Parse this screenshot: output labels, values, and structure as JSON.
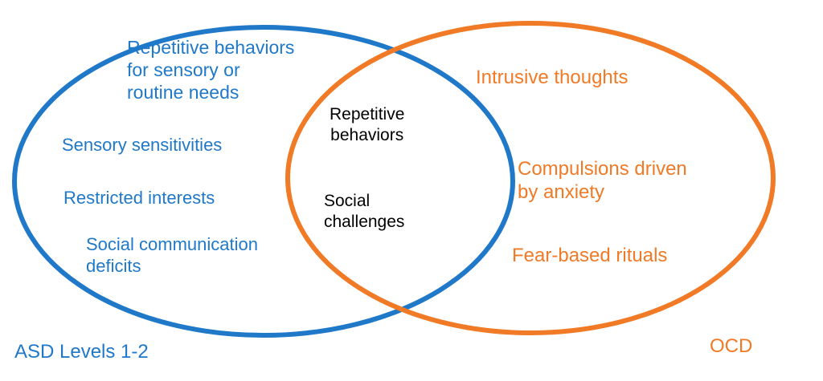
{
  "colors": {
    "asd": "#1f78c8",
    "ocd": "#f07a26",
    "overlap_text": "#000000",
    "background": "#ffffff"
  },
  "sets": {
    "asd": {
      "label": "ASD Levels 1-2",
      "items": [
        "Repetitive behaviors\nfor sensory or\nroutine needs",
        "Sensory sensitivities",
        "Restricted interests",
        "Social communication\ndeficits"
      ]
    },
    "ocd": {
      "label": "OCD",
      "items": [
        "Intrusive thoughts",
        "Compulsions driven\nby anxiety",
        "Fear-based rituals"
      ]
    },
    "overlap": {
      "items": [
        "Repetitive\nbehaviors",
        "Social\nchallenges"
      ]
    }
  }
}
